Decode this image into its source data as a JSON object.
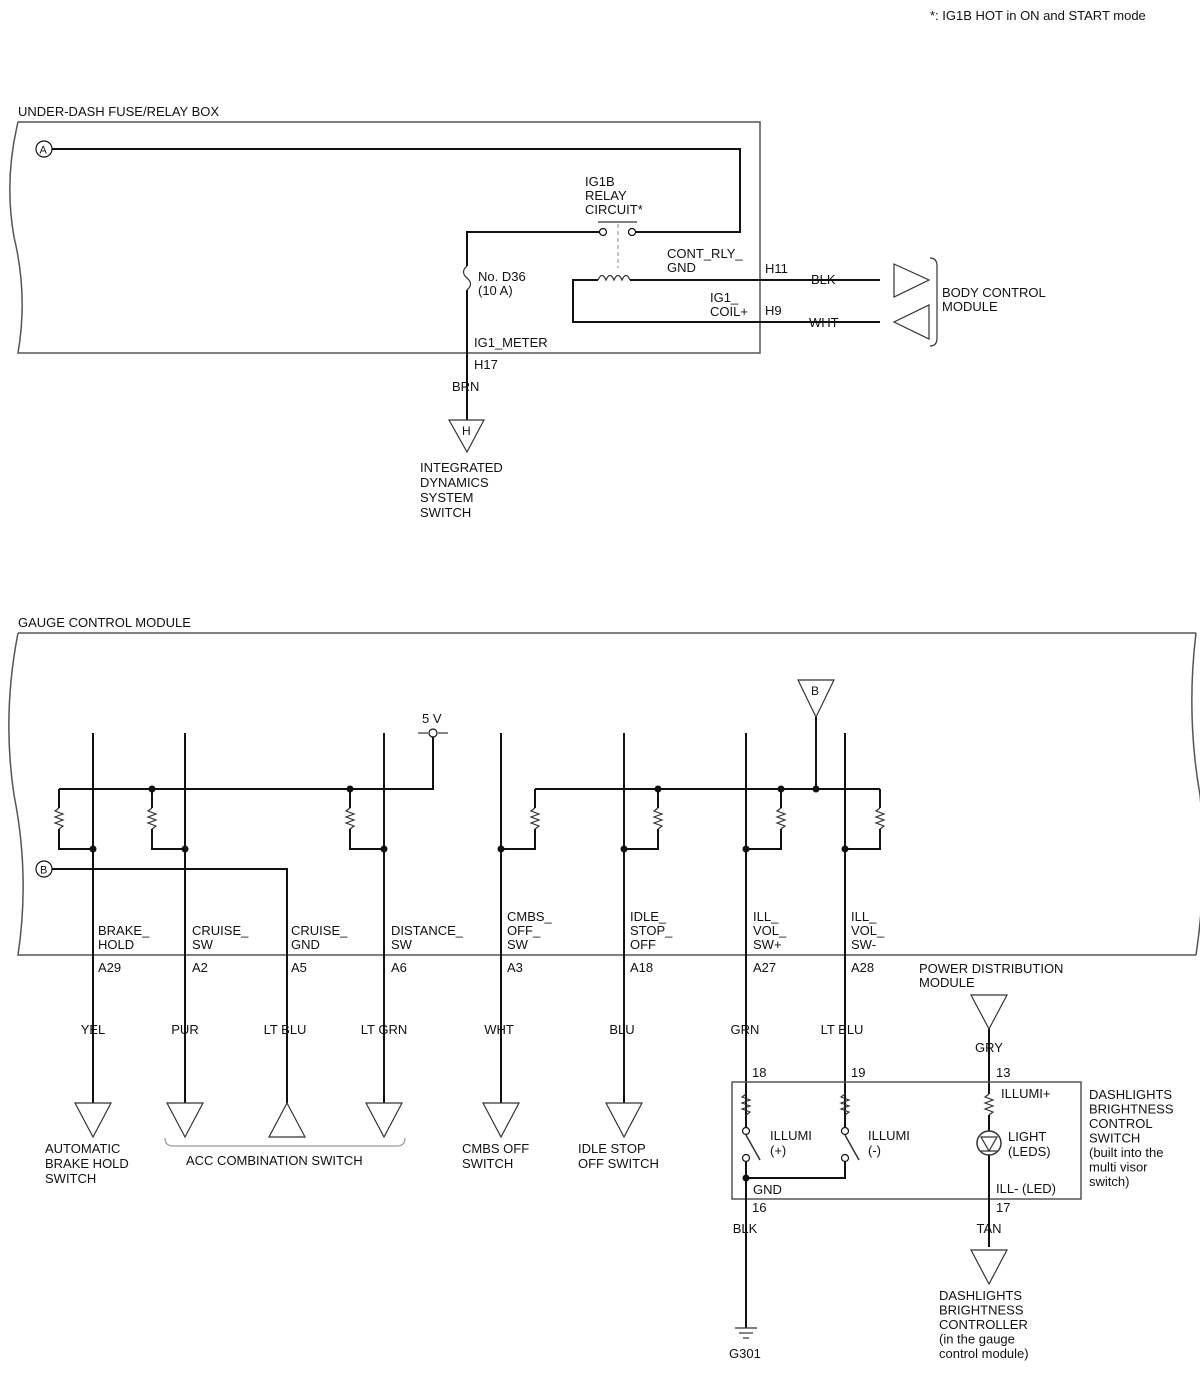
{
  "note": "*: IG1B HOT in ON and START mode",
  "fuse_box": {
    "title": "UNDER-DASH FUSE/RELAY BOX",
    "conn_a": "A",
    "relay": [
      "IG1B",
      "RELAY",
      "CIRCUIT*"
    ],
    "fuse": [
      "No. D36",
      "(10 A)"
    ],
    "cont_rly": [
      "CONT_RLY_",
      "GND"
    ],
    "h11": "H11",
    "ig1_coil": [
      "IG1_",
      "COIL+"
    ],
    "h9": "H9",
    "blk": "BLK",
    "wht": "WHT",
    "ig1_meter": "IG1_METER",
    "h17": "H17",
    "brn": "BRN",
    "conn_h": "H"
  },
  "body_control_module": [
    "BODY CONTROL",
    "MODULE"
  ],
  "ids_switch": [
    "INTEGRATED",
    "DYNAMICS",
    "SYSTEM",
    "SWITCH"
  ],
  "gauge": {
    "title": "GAUGE CONTROL MODULE",
    "v5": "5 V",
    "conn_b": "B",
    "signals": [
      {
        "name": [
          "BRAKE_",
          "HOLD"
        ],
        "pin": "A29",
        "wire": "YEL"
      },
      {
        "name": [
          "CRUISE_",
          "SW"
        ],
        "pin": "A2",
        "wire": "PUR"
      },
      {
        "name": [
          "CRUISE_",
          "GND"
        ],
        "pin": "A5",
        "wire": "LT BLU"
      },
      {
        "name": [
          "DISTANCE_",
          "SW"
        ],
        "pin": "A6",
        "wire": "LT GRN"
      },
      {
        "name": [
          "CMBS_",
          "OFF_",
          "SW"
        ],
        "pin": "A3",
        "wire": "WHT"
      },
      {
        "name": [
          "IDLE_",
          "STOP_",
          "OFF"
        ],
        "pin": "A18",
        "wire": "BLU"
      },
      {
        "name": [
          "ILL_",
          "VOL_",
          "SW+"
        ],
        "pin": "A27",
        "wire": "GRN"
      },
      {
        "name": [
          "ILL_",
          "VOL_",
          "SW-"
        ],
        "pin": "A28",
        "wire": "LT BLU"
      }
    ]
  },
  "destinations": {
    "auto_brake_hold": [
      "AUTOMATIC",
      "BRAKE HOLD",
      "SWITCH"
    ],
    "acc_combination": "ACC COMBINATION SWITCH",
    "cmbs_off": [
      "CMBS OFF",
      "SWITCH"
    ],
    "idle_stop_off": [
      "IDLE STOP",
      "OFF SWITCH"
    ]
  },
  "power_distribution": [
    "POWER DISTRIBUTION",
    "MODULE"
  ],
  "dashlights_switch": {
    "title": [
      "DASHLIGHTS",
      "BRIGHTNESS",
      "CONTROL",
      "SWITCH",
      "(built into the",
      "multi visor",
      "switch)"
    ],
    "pin18": "18",
    "pin19": "19",
    "pin13": "13",
    "gry": "GRY",
    "illumi_plus_term": "ILLUMI+",
    "illumi_plus": [
      "ILLUMI",
      "(+)"
    ],
    "illumi_minus": [
      "ILLUMI",
      "(-)"
    ],
    "light": [
      "LIGHT",
      "(LEDS)"
    ],
    "gnd": "GND",
    "ill_minus_led": "ILL- (LED)",
    "pin16": "16",
    "pin17": "17",
    "blk": "BLK",
    "tan": "TAN"
  },
  "ground": "G301",
  "dashlights_controller": [
    "DASHLIGHTS",
    "BRIGHTNESS",
    "CONTROLLER",
    "(in the gauge",
    "control module)"
  ]
}
